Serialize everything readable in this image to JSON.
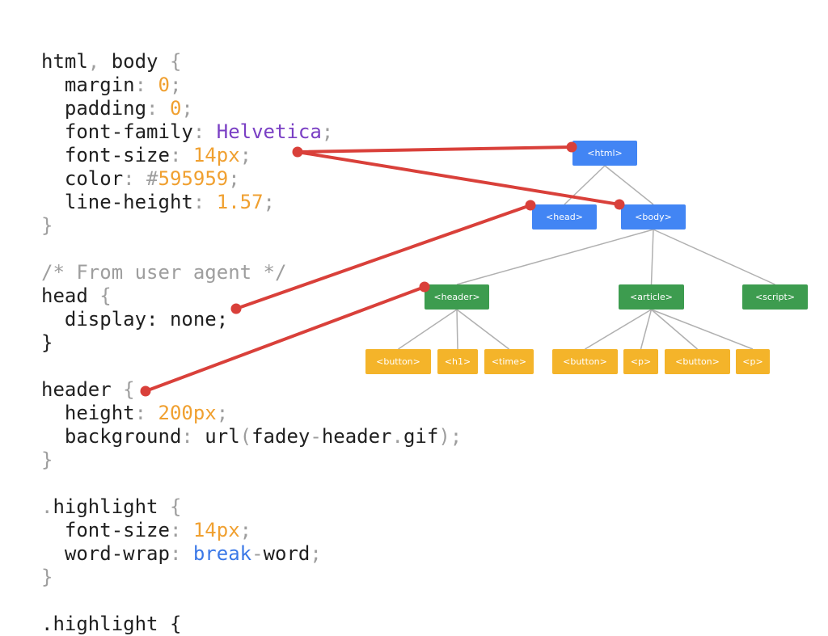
{
  "code_lines": [
    [
      {
        "t": "html",
        "c": "plain"
      },
      {
        "t": ", ",
        "c": "punct"
      },
      {
        "t": "body",
        "c": "plain"
      },
      {
        "t": " {",
        "c": "punct"
      }
    ],
    [
      {
        "t": "  margin",
        "c": "plain"
      },
      {
        "t": ": ",
        "c": "punct"
      },
      {
        "t": "0",
        "c": "num"
      },
      {
        "t": ";",
        "c": "punct"
      }
    ],
    [
      {
        "t": "  padding",
        "c": "plain"
      },
      {
        "t": ": ",
        "c": "punct"
      },
      {
        "t": "0",
        "c": "num"
      },
      {
        "t": ";",
        "c": "punct"
      }
    ],
    [
      {
        "t": "  font-family",
        "c": "plain"
      },
      {
        "t": ": ",
        "c": "punct"
      },
      {
        "t": "Helvetica",
        "c": "purple"
      },
      {
        "t": ";",
        "c": "punct"
      }
    ],
    [
      {
        "t": "  font-size",
        "c": "plain"
      },
      {
        "t": ": ",
        "c": "punct"
      },
      {
        "t": "14px",
        "c": "num"
      },
      {
        "t": ";",
        "c": "punct"
      }
    ],
    [
      {
        "t": "  color",
        "c": "plain"
      },
      {
        "t": ": #",
        "c": "punct"
      },
      {
        "t": "595959",
        "c": "num"
      },
      {
        "t": ";",
        "c": "punct"
      }
    ],
    [
      {
        "t": "  line-height",
        "c": "plain"
      },
      {
        "t": ": ",
        "c": "punct"
      },
      {
        "t": "1.57",
        "c": "num"
      },
      {
        "t": ";",
        "c": "punct"
      }
    ],
    [
      {
        "t": "}",
        "c": "punct"
      }
    ],
    [],
    [
      {
        "t": "/* From user agent */",
        "c": "comment"
      }
    ],
    [
      {
        "t": "head",
        "c": "plain"
      },
      {
        "t": " {",
        "c": "punct"
      }
    ],
    [
      {
        "t": "  display: none;",
        "c": "plain"
      }
    ],
    [
      {
        "t": "}",
        "c": "plain"
      }
    ],
    [],
    [
      {
        "t": "header",
        "c": "plain"
      },
      {
        "t": " {",
        "c": "punct"
      }
    ],
    [
      {
        "t": "  height",
        "c": "plain"
      },
      {
        "t": ": ",
        "c": "punct"
      },
      {
        "t": "200px",
        "c": "num"
      },
      {
        "t": ";",
        "c": "punct"
      }
    ],
    [
      {
        "t": "  background",
        "c": "plain"
      },
      {
        "t": ": ",
        "c": "punct"
      },
      {
        "t": "url",
        "c": "plain"
      },
      {
        "t": "(",
        "c": "punct"
      },
      {
        "t": "fadey",
        "c": "plain"
      },
      {
        "t": "-",
        "c": "punct"
      },
      {
        "t": "header",
        "c": "plain"
      },
      {
        "t": ".",
        "c": "punct"
      },
      {
        "t": "gif",
        "c": "plain"
      },
      {
        "t": ");",
        "c": "punct"
      }
    ],
    [
      {
        "t": "}",
        "c": "punct"
      }
    ],
    [],
    [
      {
        "t": ".",
        "c": "punct"
      },
      {
        "t": "highlight",
        "c": "plain"
      },
      {
        "t": " {",
        "c": "punct"
      }
    ],
    [
      {
        "t": "  font-size",
        "c": "plain"
      },
      {
        "t": ": ",
        "c": "punct"
      },
      {
        "t": "14px",
        "c": "num"
      },
      {
        "t": ";",
        "c": "punct"
      }
    ],
    [
      {
        "t": "  word-wrap",
        "c": "plain"
      },
      {
        "t": ": ",
        "c": "punct"
      },
      {
        "t": "break",
        "c": "blue"
      },
      {
        "t": "-",
        "c": "punct"
      },
      {
        "t": "word",
        "c": "plain"
      },
      {
        "t": ";",
        "c": "punct"
      }
    ],
    [
      {
        "t": "}",
        "c": "punct"
      }
    ],
    [],
    [
      {
        "t": ".highlight {",
        "c": "plain"
      }
    ]
  ],
  "tree": {
    "colors": {
      "blue": "#4285f4",
      "green": "#3d9c4f",
      "yellow": "#f4b42a",
      "edge": "#b0b0b0",
      "link": "#d9403a"
    },
    "nodes": [
      {
        "id": "html",
        "label": "<html>",
        "color": "blue"
      },
      {
        "id": "head",
        "label": "<head>",
        "color": "blue"
      },
      {
        "id": "body",
        "label": "<body>",
        "color": "blue"
      },
      {
        "id": "header",
        "label": "<header>",
        "color": "green"
      },
      {
        "id": "article",
        "label": "<article>",
        "color": "green"
      },
      {
        "id": "script",
        "label": "<script>",
        "color": "green"
      },
      {
        "id": "button1",
        "label": "<button>",
        "color": "yellow"
      },
      {
        "id": "h1",
        "label": "<h1>",
        "color": "yellow"
      },
      {
        "id": "time",
        "label": "<time>",
        "color": "yellow"
      },
      {
        "id": "button2",
        "label": "<button>",
        "color": "yellow"
      },
      {
        "id": "p1",
        "label": "<p>",
        "color": "yellow"
      },
      {
        "id": "button3",
        "label": "<button>",
        "color": "yellow"
      },
      {
        "id": "p2",
        "label": "<p>",
        "color": "yellow"
      }
    ],
    "edges": [
      [
        "html",
        "head"
      ],
      [
        "html",
        "body"
      ],
      [
        "body",
        "header"
      ],
      [
        "body",
        "article"
      ],
      [
        "body",
        "script"
      ],
      [
        "header",
        "button1"
      ],
      [
        "header",
        "h1"
      ],
      [
        "header",
        "time"
      ],
      [
        "article",
        "button2"
      ],
      [
        "article",
        "p1"
      ],
      [
        "article",
        "button3"
      ],
      [
        "article",
        "p2"
      ]
    ],
    "links": [
      {
        "rule": "html, body",
        "targets": [
          "html",
          "body"
        ]
      },
      {
        "rule": "head",
        "targets": [
          "head"
        ]
      },
      {
        "rule": "header",
        "targets": [
          "header"
        ]
      }
    ]
  }
}
